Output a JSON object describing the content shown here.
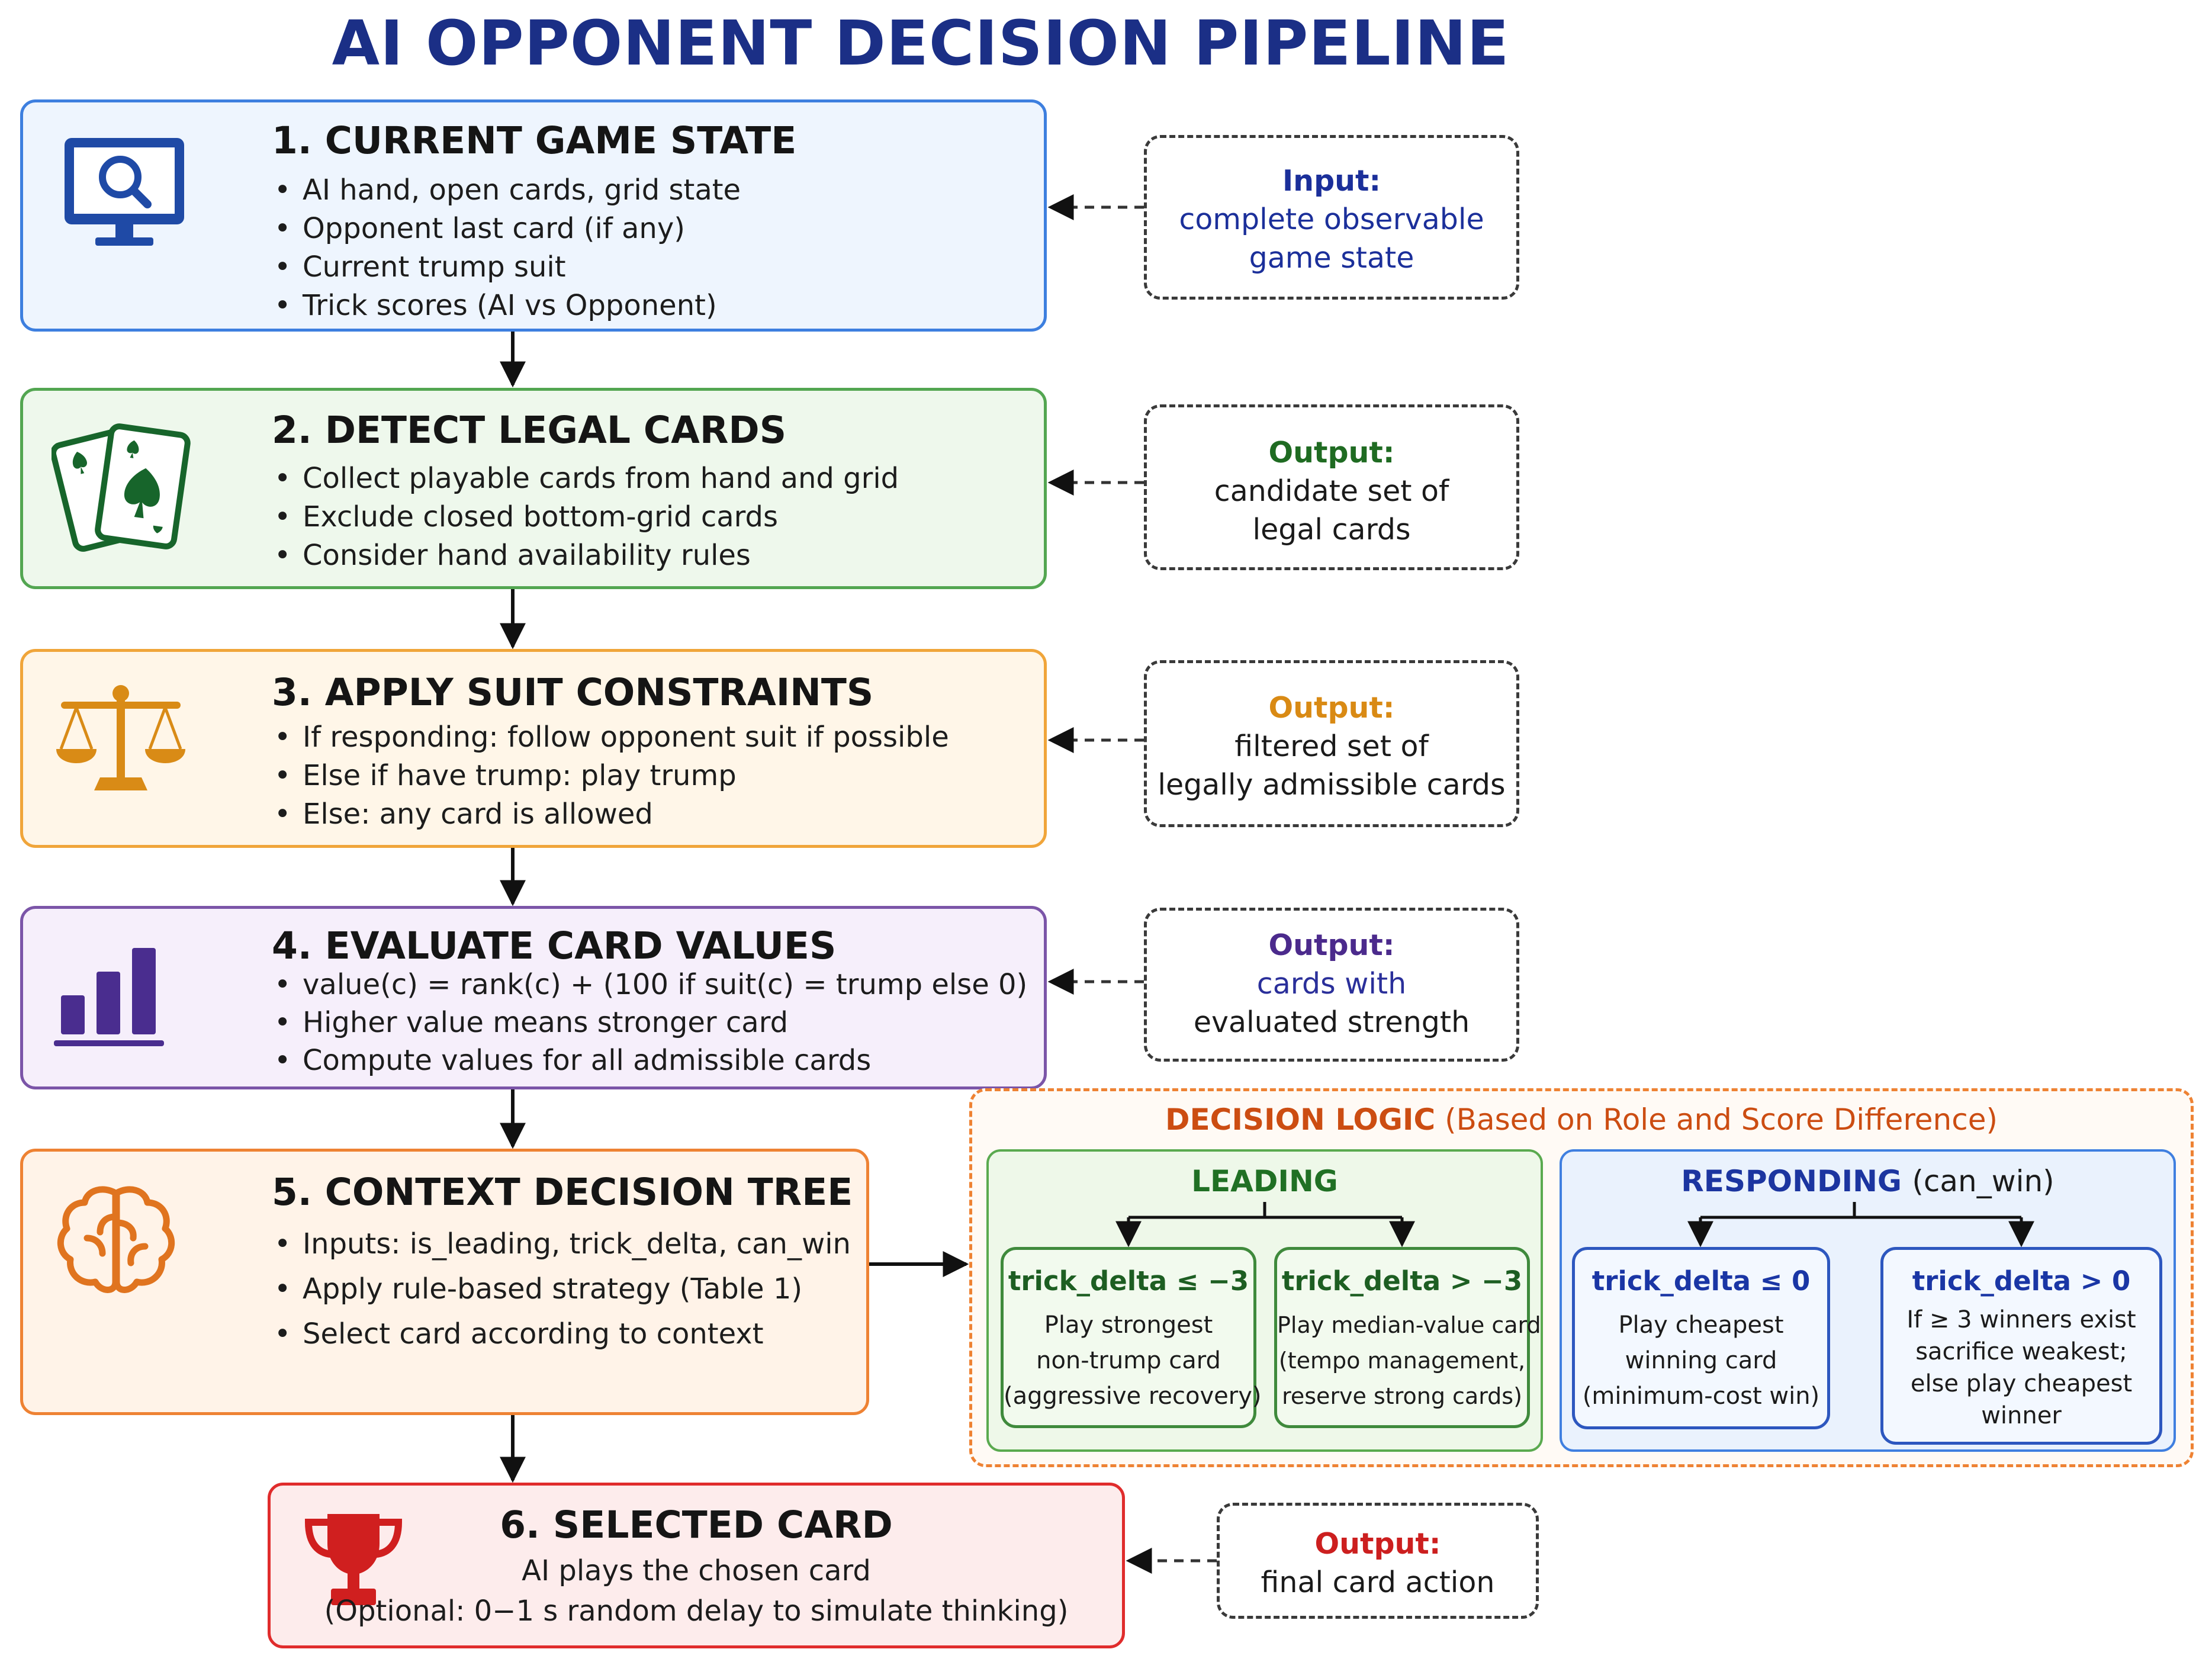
{
  "title": "AI OPPONENT DECISION PIPELINE",
  "stages": [
    {
      "title": "1. CURRENT GAME STATE",
      "icon": "monitor-search-icon",
      "color": "#3d7fdf",
      "bullets": [
        "AI hand, open cards, grid state",
        "Opponent last card (if any)",
        "Current trump suit",
        "Trick scores (AI vs Opponent)"
      ]
    },
    {
      "title": "2. DETECT LEGAL CARDS",
      "icon": "playing-cards-icon",
      "color": "#53a651",
      "bullets": [
        "Collect playable cards from hand and grid",
        "Exclude closed bottom-grid cards",
        "Consider hand availability rules"
      ]
    },
    {
      "title": "3. APPLY SUIT CONSTRAINTS",
      "icon": "balance-scale-icon",
      "color": "#f0a53a",
      "bullets": [
        "If responding: follow opponent suit if possible",
        "Else if have trump: play trump",
        "Else: any card is allowed"
      ]
    },
    {
      "title": "4. EVALUATE CARD VALUES",
      "icon": "bar-chart-icon",
      "color": "#7b55a8",
      "bullets": [
        "value(c) = rank(c) + (100 if suit(c) = trump else 0)",
        "Higher value means stronger card",
        "Compute values for all admissible cards"
      ]
    },
    {
      "title": "5. CONTEXT DECISION TREE",
      "icon": "brain-icon",
      "color": "#ee8233",
      "bullets": [
        "Inputs: is_leading, trick_delta, can_win",
        "Apply rule-based strategy (Table 1)",
        "Select card according to context"
      ]
    },
    {
      "title": "6. SELECTED CARD",
      "icon": "trophy-icon",
      "color": "#e02c2c",
      "lines": [
        "AI plays the chosen card",
        "(Optional: 0−1 s random delay to simulate thinking)"
      ]
    }
  ],
  "notes": [
    {
      "heading": "Input:",
      "lines": [
        "complete observable",
        "game state"
      ],
      "color": "#1b2f9a"
    },
    {
      "heading": "Output:",
      "lines": [
        "candidate set of",
        "legal cards"
      ],
      "color": "#1f6b22"
    },
    {
      "heading": "Output:",
      "lines": [
        "filtered set of",
        "legally admissible cards"
      ],
      "color": "#d98a14"
    },
    {
      "heading": "Output:",
      "lines": [
        "cards with",
        "evaluated strength"
      ],
      "color": "#4b2a8c"
    },
    {
      "heading": "Output:",
      "lines": [
        "final card action"
      ],
      "color": "#cc1f1f"
    }
  ],
  "decision_logic": {
    "title": "DECISION LOGIC",
    "subtitle": "(Based on Role and Score Difference)",
    "leading": {
      "label": "LEADING",
      "leaves": [
        {
          "condition": "trick_delta ≤ −3",
          "lines": [
            "Play strongest",
            "non-trump card",
            "(aggressive recovery)"
          ]
        },
        {
          "condition": "trick_delta > −3",
          "lines": [
            "Play median-value card",
            "(tempo management,",
            "reserve strong cards)"
          ]
        }
      ]
    },
    "responding": {
      "label": "RESPONDING",
      "qualifier": "(can_win)",
      "leaves": [
        {
          "condition": "trick_delta ≤ 0",
          "lines": [
            "Play cheapest",
            "winning card",
            "(minimum-cost win)"
          ]
        },
        {
          "condition": "trick_delta > 0",
          "lines": [
            "If ≥ 3 winners exist",
            "sacrifice weakest;",
            "else play cheapest",
            "winner"
          ]
        }
      ]
    }
  }
}
